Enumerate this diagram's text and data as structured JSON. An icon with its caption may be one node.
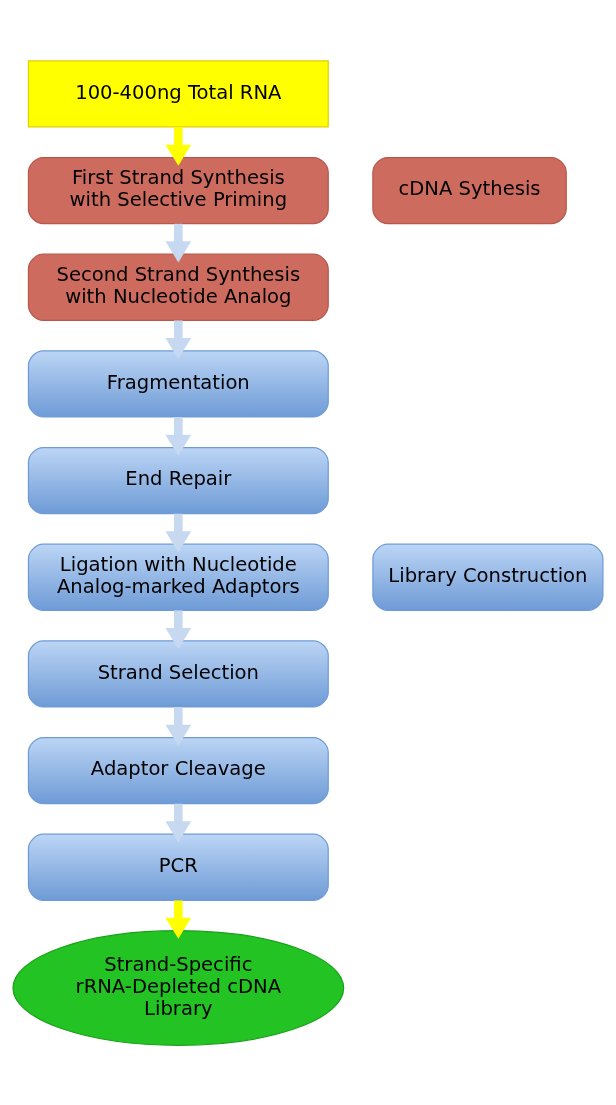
{
  "diagram": {
    "nodes": [
      {
        "text": [
          "100-400ng Total RNA"
        ]
      },
      {
        "text": [
          "First Strand Synthesis with Selective Priming"
        ]
      },
      {
        "text": [
          "Second Strand Synthesis with Nucleotide Analog"
        ]
      },
      {
        "text": [
          "Fragmentation"
        ]
      },
      {
        "text": [
          "End Repair"
        ]
      },
      {
        "text": [
          "Ligation with Nucleotide Analog-marked Adaptors"
        ]
      },
      {
        "text": [
          "Strand Selection"
        ]
      },
      {
        "text": [
          "Adaptor Cleavage"
        ]
      },
      {
        "text": [
          "PCR"
        ]
      },
      {
        "text": [
          "Strand-Specific rRNA-Depleted cDNA Library"
        ]
      },
      {
        "text": [
          "cDNA Sythesis"
        ]
      },
      {
        "text": [
          "Library Construction"
        ]
      }
    ],
    "edges": [
      {
        "from": 0,
        "to": 1,
        "arrow": "to",
        "color": "#ffff00"
      },
      {
        "from": 1,
        "to": 2,
        "arrow": "to"
      },
      {
        "from": 2,
        "to": 3,
        "arrow": "to"
      },
      {
        "from": 3,
        "to": 4,
        "arrow": "to"
      },
      {
        "from": 4,
        "to": 5,
        "arrow": "to"
      },
      {
        "from": 5,
        "to": 6,
        "arrow": "to"
      },
      {
        "from": 6,
        "to": 7,
        "arrow": "to"
      },
      {
        "from": 7,
        "to": 8,
        "arrow": "to"
      },
      {
        "from": 8,
        "to": 9,
        "arrow": "to",
        "color": "#ffff00"
      }
    ]
  }
}
